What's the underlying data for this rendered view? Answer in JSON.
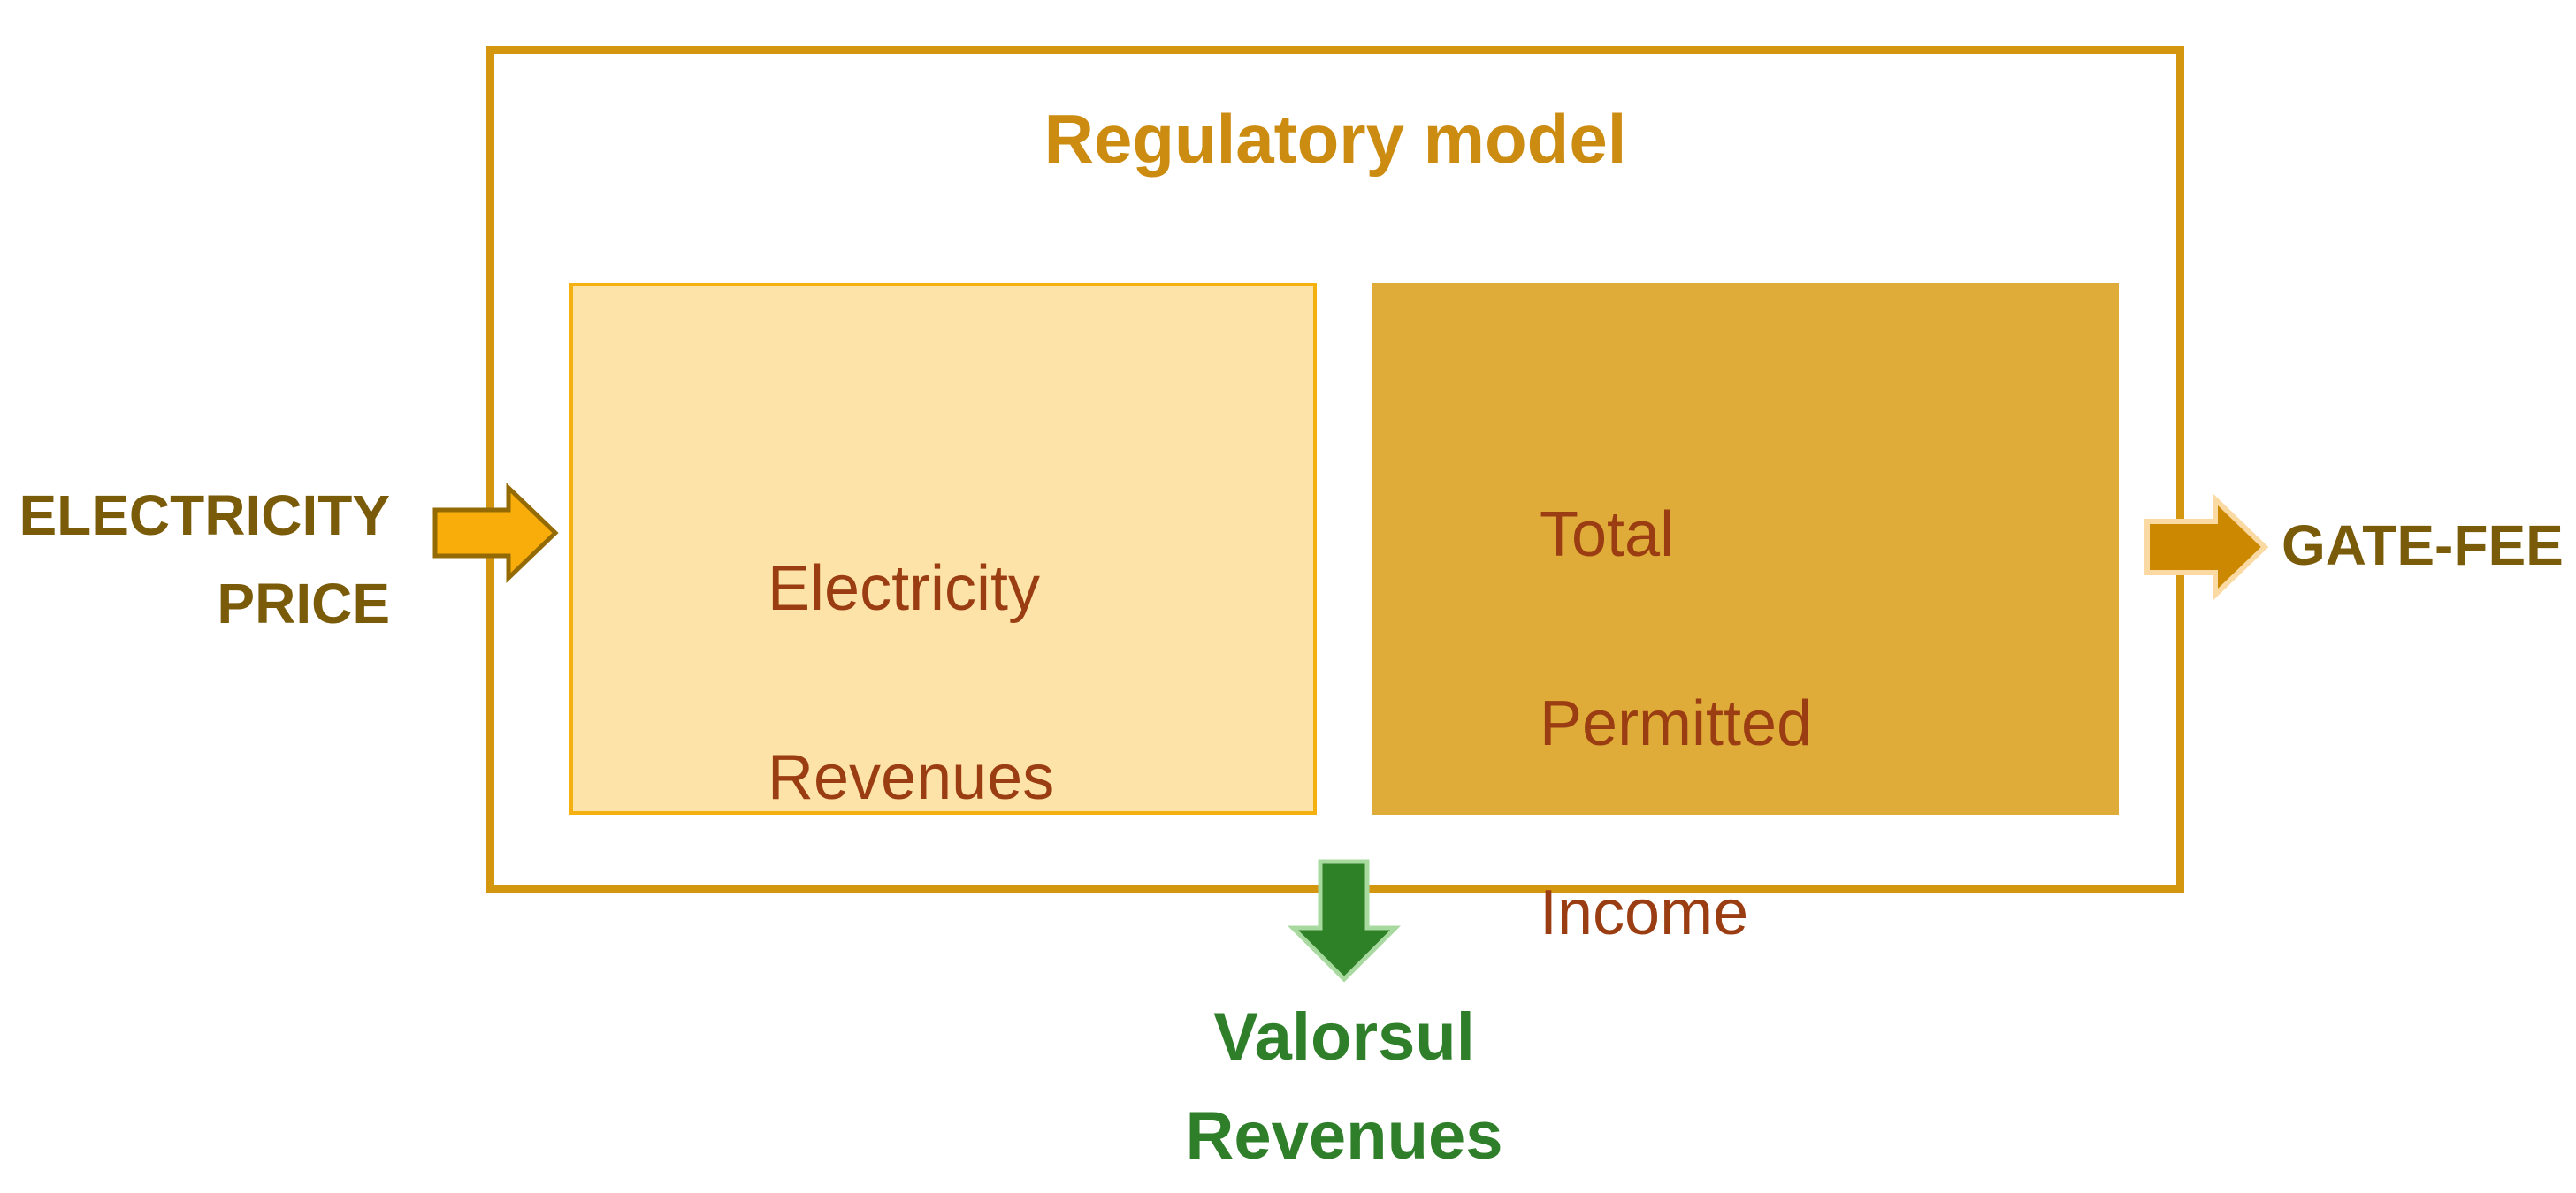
{
  "diagram": {
    "title": "Regulatory model",
    "left_box": {
      "lines": [
        "Electricity",
        "Revenues"
      ]
    },
    "right_box": {
      "lines": [
        "Total",
        "Permitted",
        "Income"
      ]
    },
    "input": {
      "lines": [
        "ELECTRICITY",
        "PRICE"
      ]
    },
    "output": {
      "label": "GATE-FEE"
    },
    "bottom_output": {
      "lines": [
        "Valorsul",
        "Revenues"
      ]
    }
  },
  "colors": {
    "frame": "#d4950f",
    "left_box_fill": "#fde3a8",
    "right_box_fill": "#dfab39",
    "box_text": "#9b3d12",
    "input_arrow": "#f9ad0b",
    "output_arrow": "#cc8800",
    "bottom_arrow": "#2e8127"
  }
}
